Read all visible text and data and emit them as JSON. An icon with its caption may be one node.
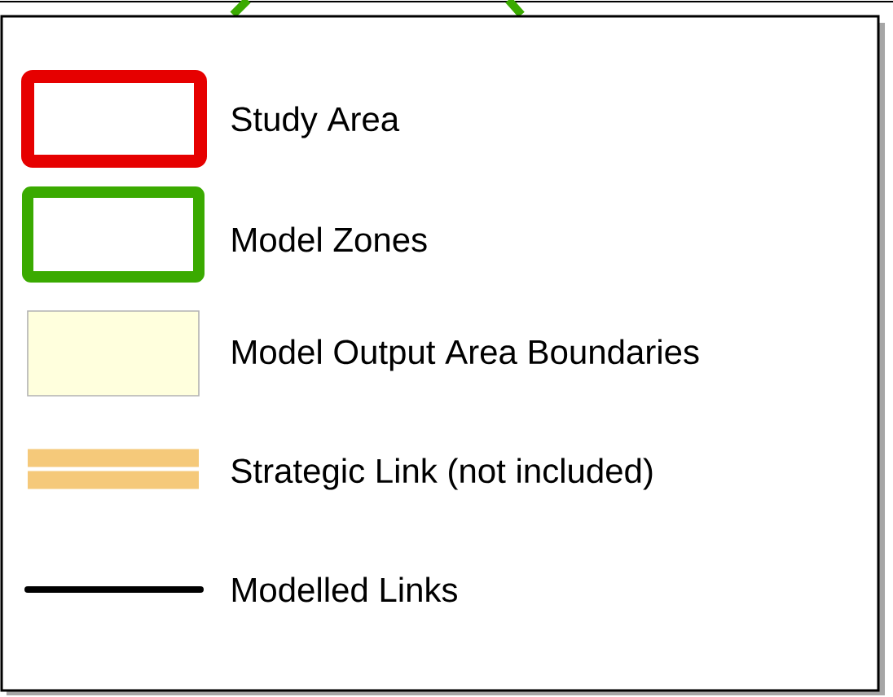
{
  "diagram": {
    "legend": [
      {
        "text": "Study Area"
      },
      {
        "text": "Model Zones"
      },
      {
        "text": "Model Output Area Boundaries",
        "color": "#ffffdd"
      },
      {
        "text": "Strategic Link (not included)"
      },
      {
        "text": "Modelled Links"
      }
    ]
  }
}
